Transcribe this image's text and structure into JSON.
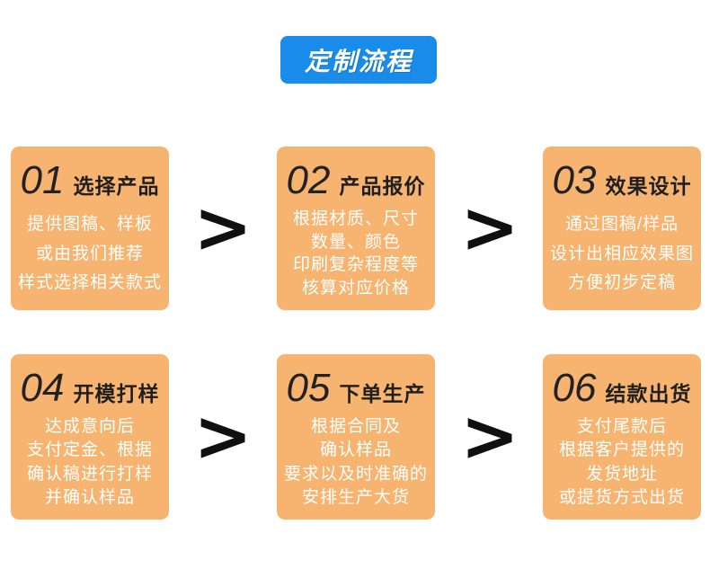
{
  "title": {
    "label": "定制流程"
  },
  "colors": {
    "badge_blue": "#188CE8",
    "card_orange": "#F7B470",
    "arrow_black": "#101010",
    "heading_dark": "#222222",
    "body_text_white": "#FFFFFF",
    "background": "#FFFFFF"
  },
  "arrow": {
    "glyph": ">"
  },
  "steps": [
    {
      "number": "01",
      "title": "选择产品",
      "lines": [
        "提供图稿、样板",
        "或由我们推荐",
        "样式选择相关款式"
      ]
    },
    {
      "number": "02",
      "title": "产品报价",
      "lines": [
        "根据材质、尺寸",
        "数量、颜色",
        "印刷复杂程度等",
        "核算对应价格"
      ]
    },
    {
      "number": "03",
      "title": "效果设计",
      "lines": [
        "通过图稿/样品",
        "设计出相应效果图",
        "方便初步定稿"
      ]
    },
    {
      "number": "04",
      "title": "开模打样",
      "lines": [
        "达成意向后",
        "支付定金、根据",
        "确认稿进行打样",
        "并确认样品"
      ]
    },
    {
      "number": "05",
      "title": "下单生产",
      "lines": [
        "根据合同及",
        "确认样品",
        "要求以及时准确的",
        "安排生产大货"
      ]
    },
    {
      "number": "06",
      "title": "结款出货",
      "lines": [
        "支付尾款后",
        "根据客户提供的",
        "发货地址",
        "或提货方式出货"
      ]
    }
  ]
}
